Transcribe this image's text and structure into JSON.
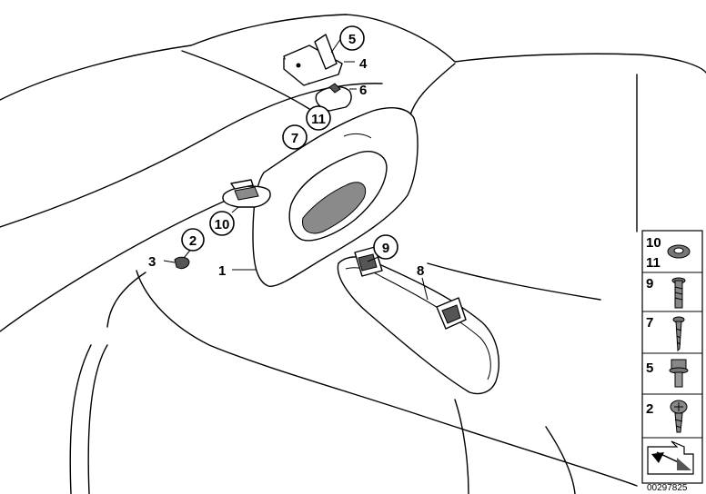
{
  "diagram": {
    "callouts": [
      {
        "id": "c1",
        "text": "1",
        "circled": false
      },
      {
        "id": "c2",
        "text": "2",
        "circled": true
      },
      {
        "id": "c3",
        "text": "3",
        "circled": false
      },
      {
        "id": "c4",
        "text": "4",
        "circled": false
      },
      {
        "id": "c5",
        "text": "5",
        "circled": true
      },
      {
        "id": "c6",
        "text": "6",
        "circled": false
      },
      {
        "id": "c7",
        "text": "7",
        "circled": true
      },
      {
        "id": "c8",
        "text": "8",
        "circled": false
      },
      {
        "id": "c9",
        "text": "9",
        "circled": true
      },
      {
        "id": "c10",
        "text": "10",
        "circled": true
      },
      {
        "id": "c11",
        "text": "11",
        "circled": true
      }
    ],
    "legend": {
      "rows": [
        {
          "labels": [
            "10",
            "11"
          ],
          "icon": "washer-icon"
        },
        {
          "labels": [
            "9"
          ],
          "icon": "screw-icon"
        },
        {
          "labels": [
            "7"
          ],
          "icon": "self-tapping-screw-icon"
        },
        {
          "labels": [
            "5"
          ],
          "icon": "collar-bolt-icon"
        },
        {
          "labels": [
            "2"
          ],
          "icon": "pan-head-screw-icon"
        },
        {
          "labels": [],
          "icon": "direction-arrow-icon"
        }
      ]
    },
    "image_number": "00297825"
  }
}
